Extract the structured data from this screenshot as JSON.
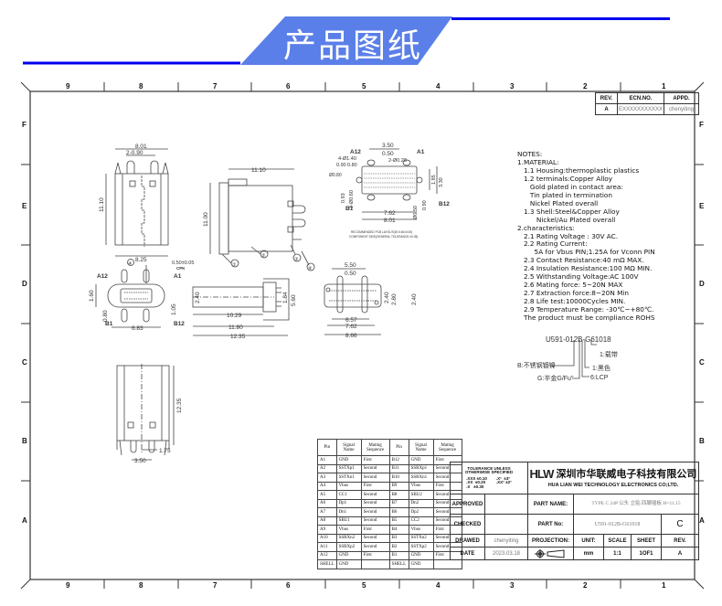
{
  "banner": {
    "title": "产品图纸",
    "color": "#5b7fe8",
    "line_color": "#0000ee"
  },
  "frame": {
    "columns": [
      "9",
      "8",
      "7",
      "6",
      "5",
      "4",
      "3",
      "2",
      "1"
    ],
    "rows": [
      "F",
      "E",
      "D",
      "C",
      "B",
      "A"
    ]
  },
  "revision": {
    "headers": [
      "REV.",
      "ECN.NO.",
      "APPD."
    ],
    "row": [
      "A",
      "EXXXXXXXXXXX",
      "chenyiting"
    ]
  },
  "drawing": {
    "front_top": {
      "width": "8.01",
      "pitch": "2-0.90",
      "height": "11.10",
      "bottom": "8.25"
    },
    "side": {
      "length": "11.10",
      "height": "11.00",
      "callouts": [
        "①",
        "②",
        "③",
        "④"
      ]
    },
    "pcb_layout": {
      "d1": "3.50",
      "d2": "0.50",
      "d3": "2-Ø0.28",
      "d4": "4-Ø1.40",
      "d5": "0.90",
      "d6": "0.80",
      "d7": "Ø0.80",
      "d8": "1.85",
      "d9": "3.30",
      "d10": "0.93",
      "d11": "2-Ø0.60",
      "d12": "0.90",
      "d13": "7.62",
      "d14": "8.01",
      "d15": "Ø0.50",
      "pin_a12": "A12",
      "pin_a1": "A1",
      "pin_b1": "B1",
      "pin_b12": "B12",
      "caption1": "RECOMMENDED PCB LAYOUT(Ø=0.60±0.05)",
      "caption2": "COMPONENT SIDE(GENERAL TOLERANCE:±0.05)"
    },
    "end_view": {
      "cpk": "0.50±0.05",
      "cpk_label": "CPK",
      "h": "1.60",
      "h2": "0.80",
      "h3": "1.05",
      "w": "6.83",
      "pin_a12": "A12",
      "pin_a1": "A1",
      "pin_b1": "B1",
      "pin_b12": "B12",
      "callout": "④"
    },
    "side2": {
      "h": "2.40",
      "h2": "1.84",
      "h3": "5.60",
      "l1": "10.29",
      "l2": "11.80",
      "l3": "12.35"
    },
    "bottom": {
      "w1": "5.50",
      "w2": "0.50",
      "h1": "2.40",
      "h2": "2.80",
      "h3": "2.40",
      "l1": "6.57",
      "l2": "7.62",
      "l3": "8.66"
    },
    "lower": {
      "h": "12.35",
      "d1": "1.75",
      "d2": "3.50"
    }
  },
  "notes": {
    "lines": [
      "NOTES:",
      "1.MATERIAL:",
      "   1.1 Housing:thermoplastic plastics",
      "   1.2 terminals:Copper Alloy",
      "      Gold plated in contact area:",
      "      Tin plated in termination",
      "      Nickel Plated overall",
      "   1.3 Shell:Steel&Copper Alloy",
      "         Nickel/Au Plated overall",
      "2.characteristics:",
      "   2.1 Rating Voltage : 30V AC.",
      "   2.2 Rating Current:",
      "        5A for Vbus PIN;1.25A for Vconn PIN",
      "   2.3 Contact Resistance:40 mΩ MAX.",
      "   2.4 Insulation Resistance:100 MΩ MIN.",
      "   2.5 Withstanding Voltage:AC 100V",
      "   2.6 Mating force: 5~20N MAX",
      "   2.7 Extraction force:8~20N Min",
      "   2.8 Life test:10000Cycles MIN.",
      "   2.9 Temperature Range: -30℃~+80℃.",
      "   The product must be compliance ROHS"
    ]
  },
  "part_code": {
    "code": "U591-012B-G61018",
    "b": "B:不锈钢镀镍",
    "g": "G:半金G/Fu\"",
    "one_a": "1:载带",
    "one_b": "1:黑色",
    "six": "6:LCP"
  },
  "pin_table": {
    "headers": [
      "Pin",
      "Signal Name",
      "Mating Sequence",
      "Pin",
      "Signal Name",
      "Mating Sequence"
    ],
    "rows": [
      [
        "A1",
        "GND",
        "First",
        "B12",
        "GND",
        "First"
      ],
      [
        "A2",
        "SSTXp1",
        "Second",
        "B11",
        "SSRXp1",
        "Second"
      ],
      [
        "A3",
        "SSTXn1",
        "Second",
        "B10",
        "SSRXn1",
        "Second"
      ],
      [
        "A4",
        "Vbus",
        "First",
        "B9",
        "Vbus",
        "First"
      ],
      [
        "A5",
        "CC1",
        "Second",
        "B8",
        "SBU2",
        "Second"
      ],
      [
        "A6",
        "Dp1",
        "Second",
        "B7",
        "Dn2",
        "Second"
      ],
      [
        "A7",
        "Dn1",
        "Second",
        "B6",
        "Dp2",
        "Second"
      ],
      [
        "A8",
        "SBU1",
        "Second",
        "B5",
        "CC2",
        "Second"
      ],
      [
        "A9",
        "Vbus",
        "First",
        "B4",
        "Vbus",
        "First"
      ],
      [
        "A10",
        "SSRXn2",
        "Second",
        "B3",
        "SSTXn2",
        "Second"
      ],
      [
        "A11",
        "SSRXp2",
        "Second",
        "B2",
        "SSTXp2",
        "Second"
      ],
      [
        "A12",
        "GND",
        "First",
        "B1",
        "GND",
        "First"
      ],
      [
        "SHELL",
        "GND",
        "",
        "SHELL",
        "GND",
        ""
      ]
    ]
  },
  "title_block": {
    "tolerance_title": "TOLERANCE UNLESS OTHERWISE SPECIFIED",
    "tol1": ".XXX ±0.10\n.XX  ±0.20\n.X   ±0.30",
    "tol2": ".X°  ±3°\n.XX° ±2°",
    "logo": "HLW",
    "company_cn": "深圳市华联威电子科技有限公司",
    "company_en": "HUA LIAN WEI TECHNOLOGY ELECTRONICS CO;LTD.",
    "approved": "APPROVED",
    "checked": "CHECKED",
    "drawed": "DRAWED",
    "drawed_by": "chenyiting",
    "date": "DATE",
    "date_value": "2023.03.18",
    "part_name_label": "PART NAME:",
    "part_name": "TYPE C 24P 公头 立贴 四脚插板 H=11.15",
    "part_no_label": "PART No:",
    "part_no": "U591-012B-G61018",
    "size": "C",
    "projection": "PROJECTION:",
    "unit": "UNIT:",
    "unit_value": "mm",
    "scale": "SCALE",
    "scale_value": "1:1",
    "sheet": "SHEET",
    "sheet_value": "1OF1",
    "rev": "REV.",
    "rev_value": "A"
  }
}
